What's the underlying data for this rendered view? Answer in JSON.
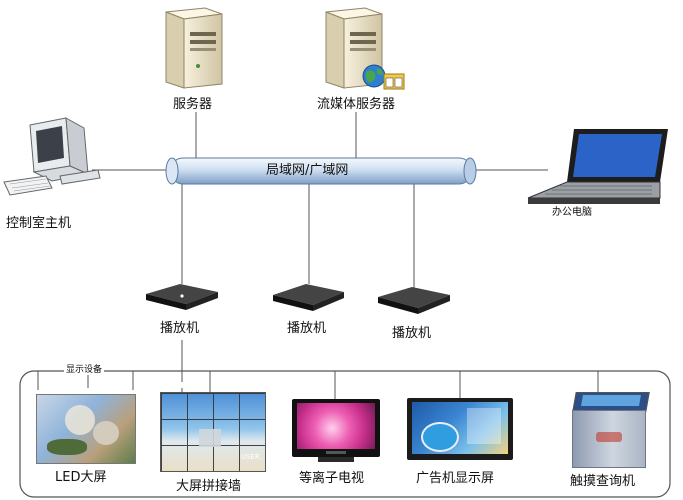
{
  "network": {
    "label": "局域网/广域网"
  },
  "nodes": {
    "server": "服务器",
    "streaming_server": "流媒体服务器",
    "control_host": "控制室主机",
    "office_pc": "办公电脑"
  },
  "players": [
    "播放机",
    "播放机",
    "播放机"
  ],
  "display_group": {
    "title": "显示设备",
    "devices": [
      "LED大屏",
      "大屏拼接墙",
      "等离子电视",
      "广告机显示屏",
      "触摸查询机"
    ],
    "wall_badge": "USER"
  },
  "colors": {
    "line": "#555555",
    "pipe_light": "#eaf2fb",
    "pipe_dark": "#7f9fc6",
    "server_body": "#efe7cf",
    "player_body": "#1e1e1e"
  }
}
